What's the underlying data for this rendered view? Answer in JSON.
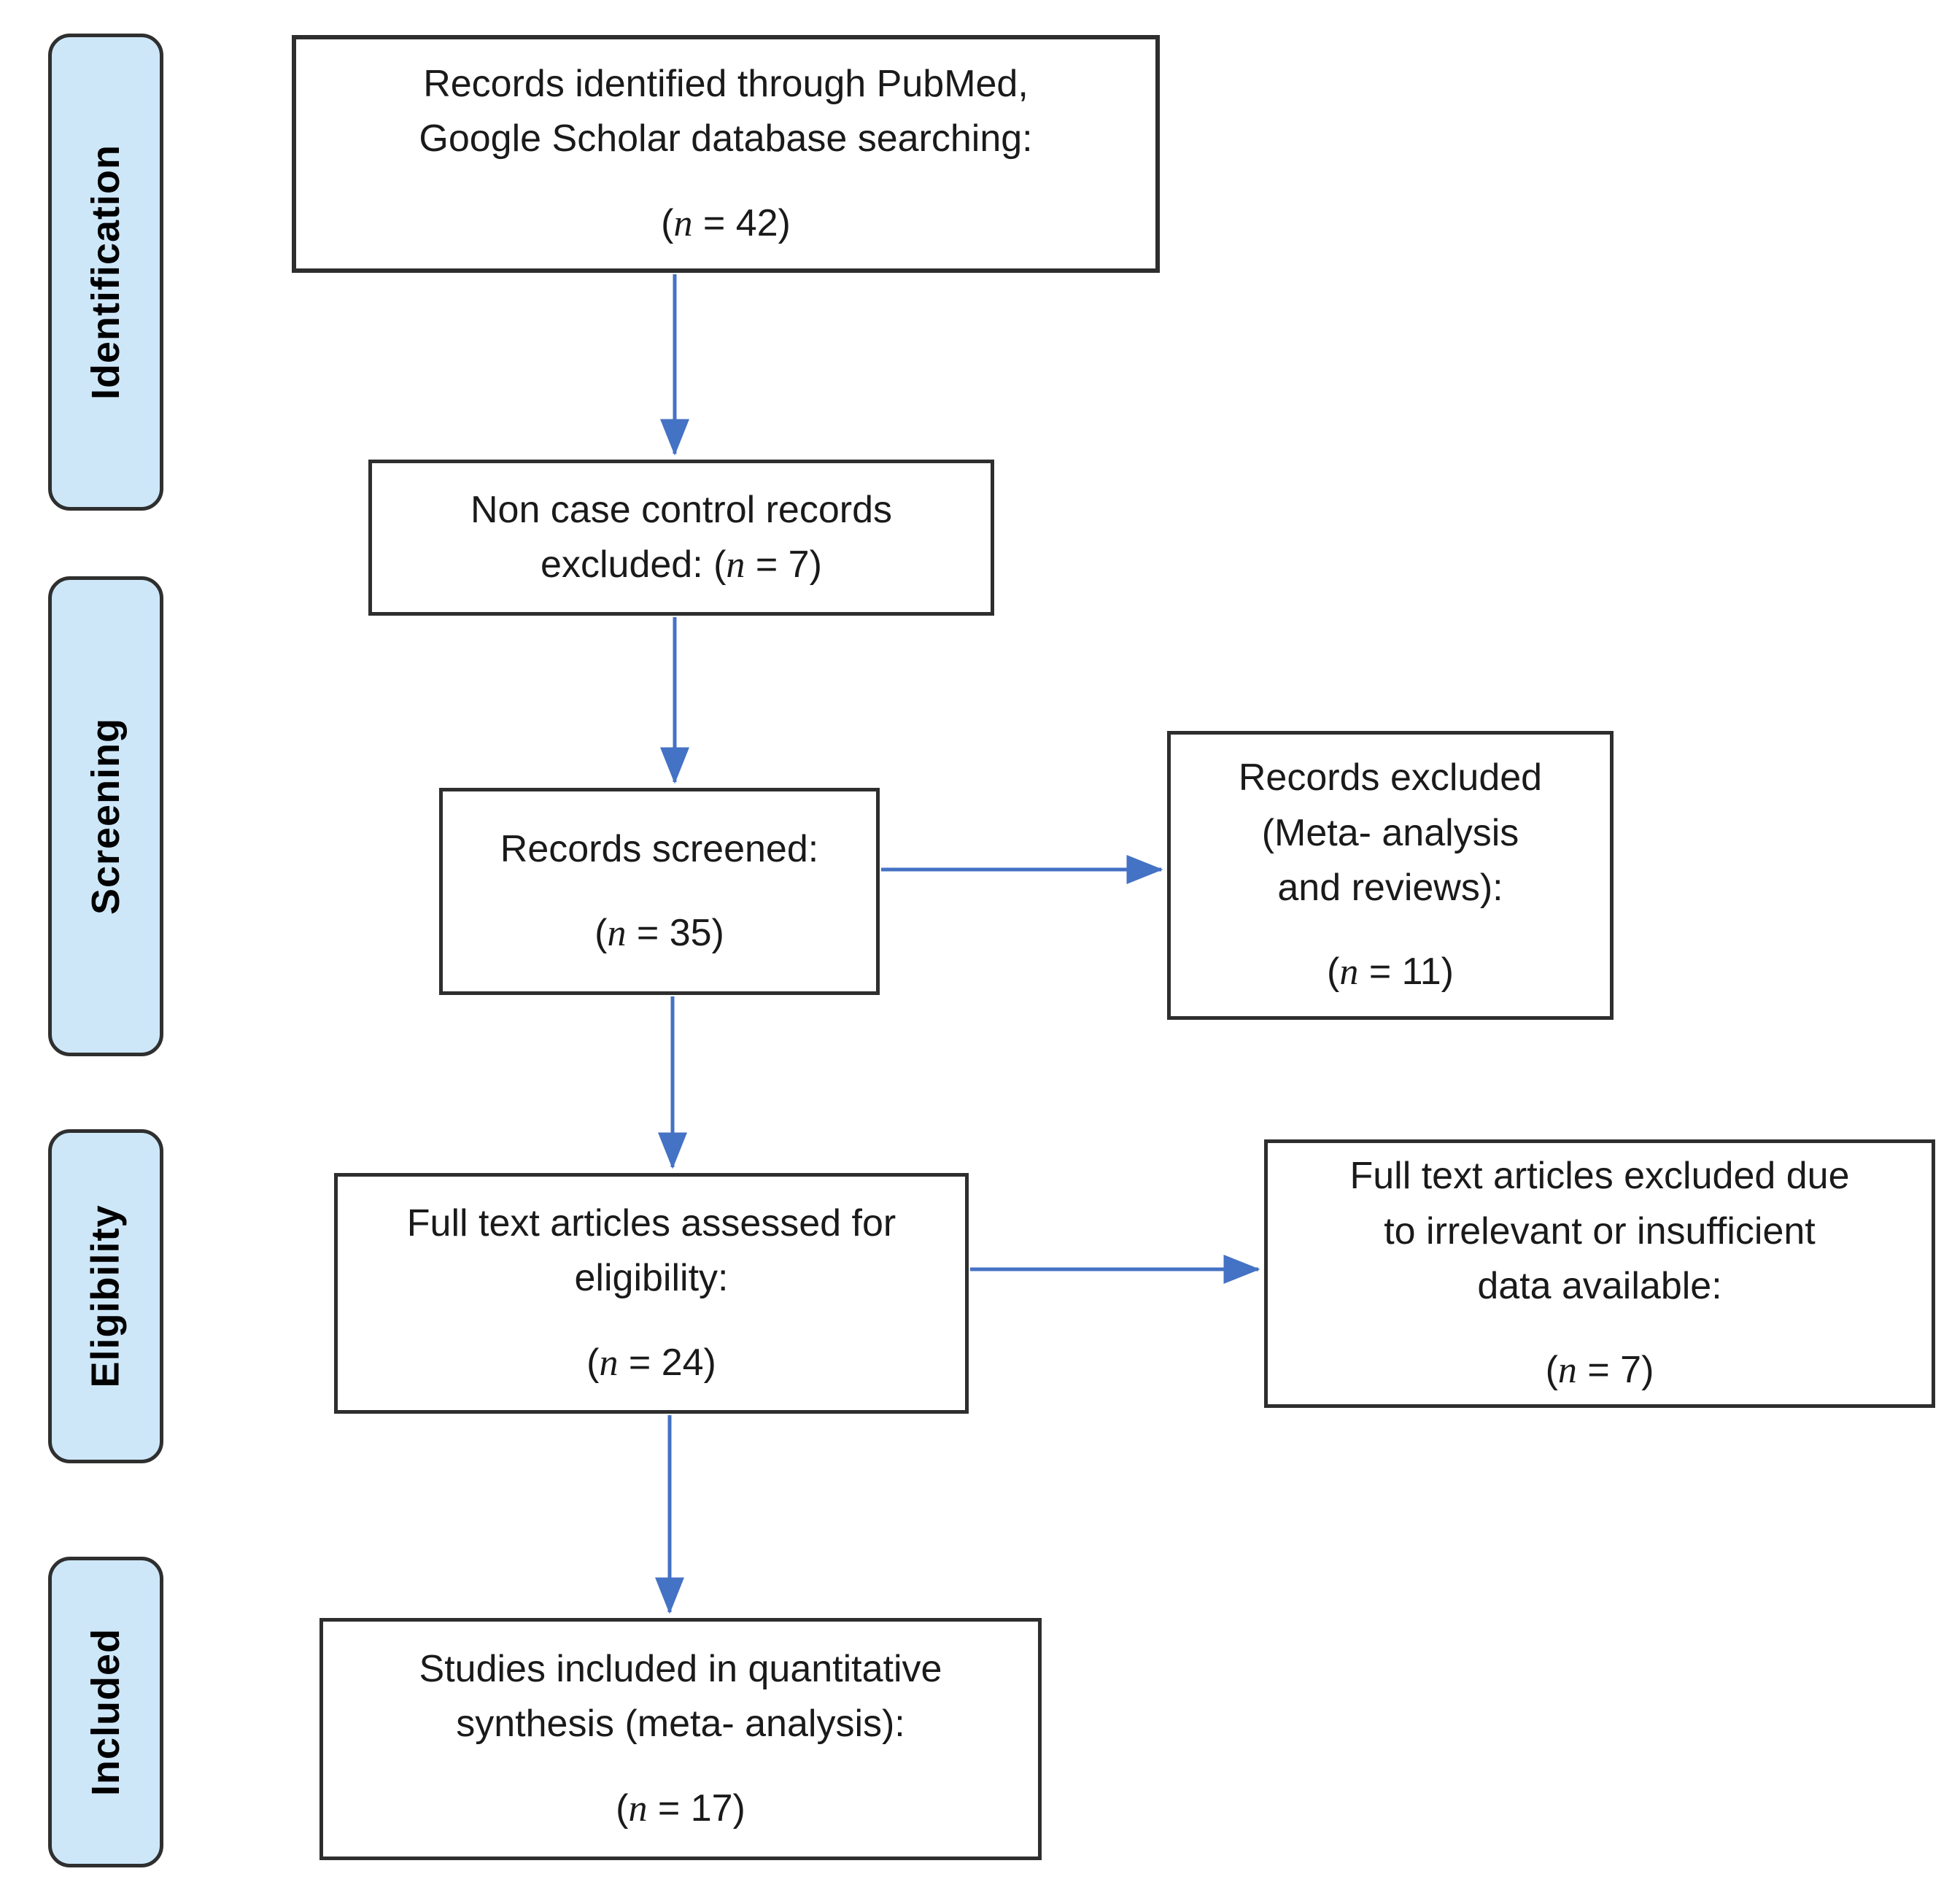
{
  "colors": {
    "arrow": "#4472C4",
    "stage_fill": "#CDE7F8",
    "stage_border": "#2F2F2F",
    "box_border": "#2E2E2E",
    "box_fill": "#FFFFFF",
    "text": "#1A1A1A"
  },
  "stages": [
    {
      "label": "Identification"
    },
    {
      "label": "Screening"
    },
    {
      "label": "Eligibility"
    },
    {
      "label": "Included"
    }
  ],
  "boxes": {
    "identified": {
      "label": "Records identified through PubMed,\nGoogle Scholar database searching:",
      "count": {
        "open": "(",
        "var": "n",
        "rest": " = 42)"
      }
    },
    "non_case_control": {
      "label": "Non case control records\nexcluded: ",
      "count": {
        "open": "(",
        "var": "n",
        "rest": " = 7)"
      }
    },
    "screened": {
      "label": "Records screened:",
      "count": {
        "open": "(",
        "var": "n",
        "rest": " = 35)"
      }
    },
    "records_excluded": {
      "label": "Records excluded\n(Meta- analysis\nand reviews):",
      "count": {
        "open": "(",
        "var": "n",
        "rest": " = 11)"
      }
    },
    "full_text_assessed": {
      "label": "Full text articles assessed for\neligibility:",
      "count": {
        "open": "(",
        "var": "n",
        "rest": " = 24)"
      }
    },
    "full_text_excluded": {
      "label": "Full text articles excluded due\nto irrelevant or insufficient\ndata available:",
      "count": {
        "open": "(",
        "var": "n",
        "rest": " = 7)"
      }
    },
    "included_quantitative": {
      "label": "Studies included in quantitative\nsynthesis (meta- analysis):",
      "count": {
        "open": "(",
        "var": "n",
        "rest": " = 17)"
      }
    }
  }
}
